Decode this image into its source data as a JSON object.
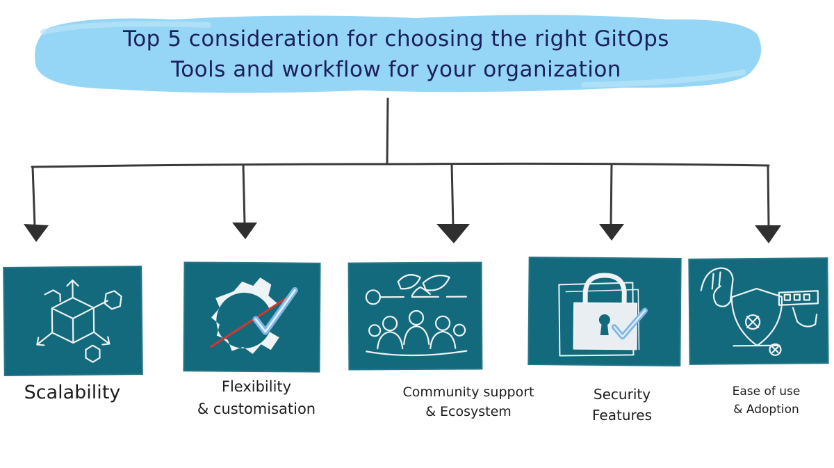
{
  "title": {
    "line1": "Top 5 consideration for choosing the right GitOps",
    "line2": "Tools and workflow for your organization"
  },
  "colors": {
    "title_blob": "#8fd3f4",
    "card": "#146a7d",
    "title_text": "#1b1f5c",
    "connector": "#3a3a3a",
    "accent_red": "#d8362a",
    "accent_blue": "#7fb6e6"
  },
  "items": [
    {
      "id": "scalability",
      "label_lines": [
        "Scalability"
      ],
      "icon": "cube-expand-icon"
    },
    {
      "id": "flexibility",
      "label_lines": [
        "Flexibility",
        "& customisation"
      ],
      "icon": "gear-check-icon"
    },
    {
      "id": "community",
      "label_lines": [
        "Community support",
        "& Ecosystem"
      ],
      "icon": "people-leaves-icon"
    },
    {
      "id": "security",
      "label_lines": [
        "Security",
        "Features"
      ],
      "icon": "padlock-icon"
    },
    {
      "id": "ease",
      "label_lines": [
        "Ease of use",
        "& Adoption"
      ],
      "icon": "hand-shield-icon"
    }
  ]
}
